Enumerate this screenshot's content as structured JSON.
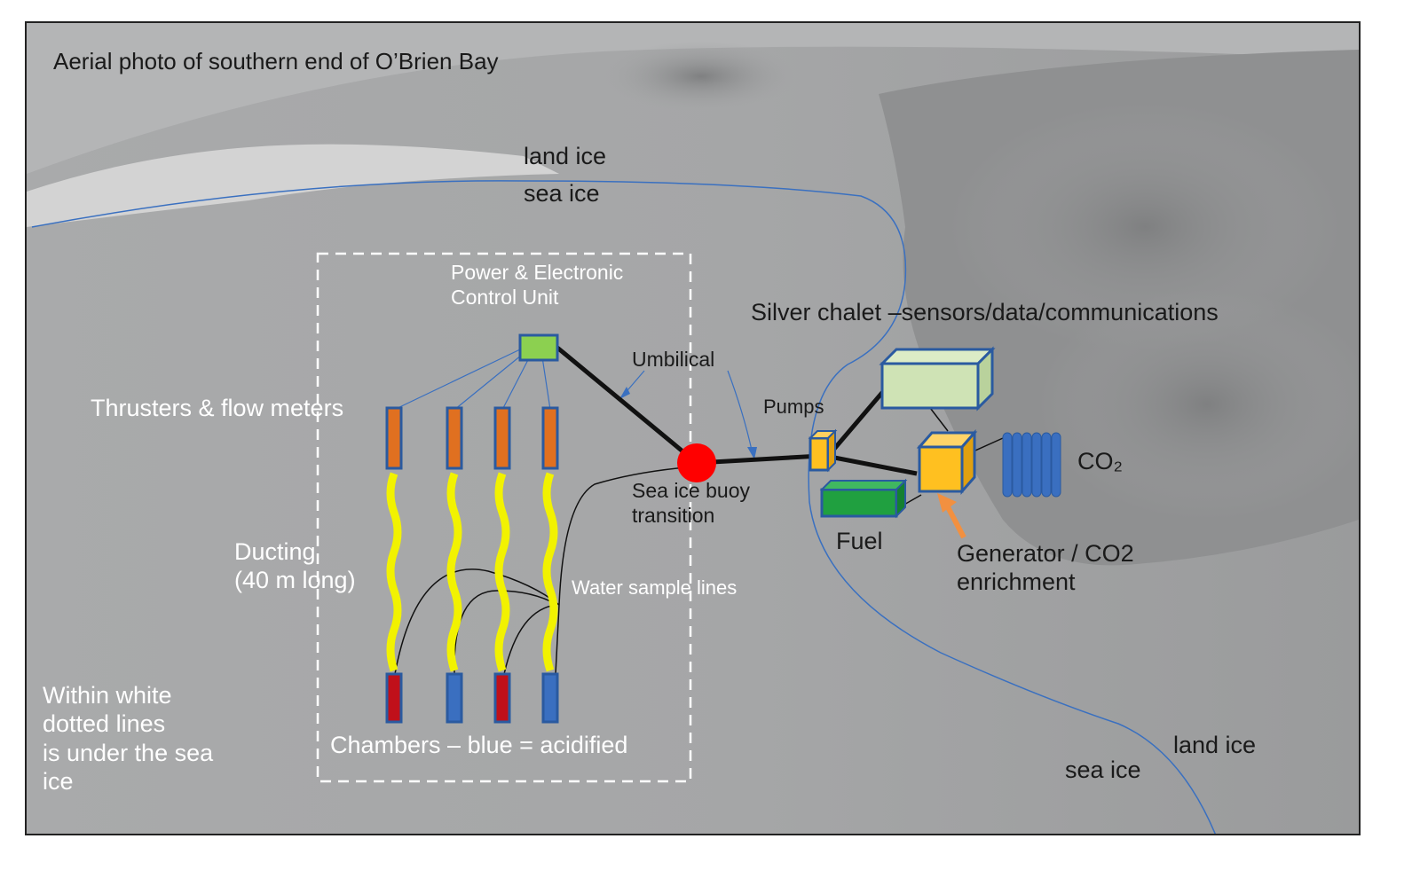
{
  "title": "Aerial photo of southern end of O’Brien Bay",
  "labels": {
    "land_ice_top": "land ice",
    "sea_ice_top": "sea ice",
    "power_unit": "Power & Electronic\nControl Unit",
    "umbilical": "Umbilical",
    "thrusters": "Thrusters & flow meters",
    "silver_chalet": "Silver chalet –sensors/data/communications",
    "pumps": "Pumps",
    "co2": "CO₂",
    "sea_ice_buoy": "Sea ice buoy\ntransition",
    "fuel": "Fuel",
    "generator": "Generator  / CO2\n enrichment",
    "ducting": "Ducting\n(40 m long)",
    "water_sample_lines": "Water sample lines",
    "chambers": "Chambers – blue = acidified",
    "within_note": "Within white\ndotted lines\nis under the sea\nice",
    "land_ice_bottom": "land ice",
    "sea_ice_bottom": "sea ice"
  },
  "chambers": [
    {
      "index": 1,
      "state": "control",
      "color": "#c0101a"
    },
    {
      "index": 2,
      "state": "acidified",
      "color": "#3a6fc0"
    },
    {
      "index": 3,
      "state": "control",
      "color": "#c0101a"
    },
    {
      "index": 4,
      "state": "acidified",
      "color": "#3a6fc0"
    }
  ],
  "colors": {
    "thruster_fill": "#e07020",
    "box_border": "#2a5aa0",
    "ducting": "#f2f200",
    "control_unit": "#8cd050",
    "buoy": "#ff0000",
    "chalet": "#cfe3b5",
    "generator": "#ffc020",
    "fuel": "#20a040",
    "co2_tanks": "#3a6fc0",
    "boundary_line": "#3a70c0",
    "arrow": "#f29040"
  }
}
